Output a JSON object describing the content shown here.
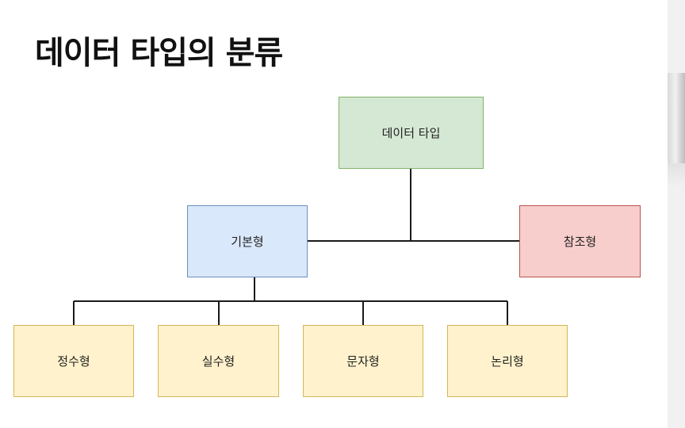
{
  "title": "데이터 타입의 분류",
  "diagram": {
    "root": "데이터 타입",
    "primitive": "기본형",
    "reference": "참조형",
    "primitive_children": [
      "정수형",
      "실수형",
      "문자형",
      "논리형"
    ]
  },
  "colors": {
    "root_fill": "#d5e8d4",
    "root_border": "#82b366",
    "primitive_fill": "#dae8fc",
    "primitive_border": "#6c8ebf",
    "reference_fill": "#f8cecc",
    "reference_border": "#b85450",
    "leaf_fill": "#fff2cc",
    "leaf_border": "#d6b656"
  }
}
